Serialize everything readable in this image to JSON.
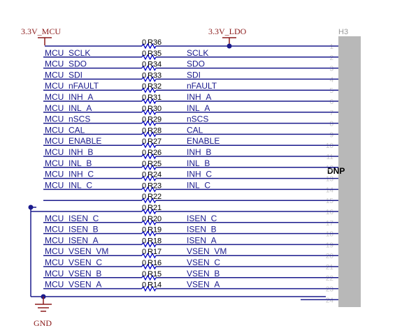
{
  "header": {
    "ref": "H3",
    "note": "DNP"
  },
  "power": {
    "mcu": "3.3V_MCU",
    "ldo": "3.3V_LDO",
    "gnd": "GND"
  },
  "rows": [
    {
      "pin": "1",
      "res": "R36",
      "val": "0",
      "left": "",
      "right": ""
    },
    {
      "pin": "2",
      "res": "R35",
      "val": "0",
      "left": "MCU_SCLK",
      "right": "SCLK"
    },
    {
      "pin": "3",
      "res": "R34",
      "val": "0",
      "left": "MCU_SDO",
      "right": "SDO"
    },
    {
      "pin": "4",
      "res": "R33",
      "val": "0",
      "left": "MCU_SDI",
      "right": "SDI"
    },
    {
      "pin": "5",
      "res": "R32",
      "val": "0",
      "left": "MCU_nFAULT",
      "right": "nFAULT"
    },
    {
      "pin": "6",
      "res": "R31",
      "val": "0",
      "left": "MCU_INH_A",
      "right": "INH_A"
    },
    {
      "pin": "7",
      "res": "R30",
      "val": "0",
      "left": "MCU_INL_A",
      "right": "INL_A"
    },
    {
      "pin": "8",
      "res": "R29",
      "val": "0",
      "left": "MCU_nSCS",
      "right": "nSCS"
    },
    {
      "pin": "9",
      "res": "R28",
      "val": "0",
      "left": "MCU_CAL",
      "right": "CAL"
    },
    {
      "pin": "10",
      "res": "R27",
      "val": "0",
      "left": "MCU_ENABLE",
      "right": "ENABLE"
    },
    {
      "pin": "11",
      "res": "R26",
      "val": "0",
      "left": "MCU_INH_B",
      "right": "INH_B"
    },
    {
      "pin": "12",
      "res": "R25",
      "val": "0",
      "left": "MCU_INL_B",
      "right": "INL_B"
    },
    {
      "pin": "13",
      "res": "R24",
      "val": "0",
      "left": "MCU_INH_C",
      "right": "INH_C"
    },
    {
      "pin": "14",
      "res": "R23",
      "val": "0",
      "left": "MCU_INL_C",
      "right": "INL_C"
    },
    {
      "pin": "15",
      "res": "R22",
      "val": "0",
      "left": "",
      "right": ""
    },
    {
      "pin": "16",
      "res": "R21",
      "val": "0",
      "left": "",
      "right": ""
    },
    {
      "pin": "17",
      "res": "R20",
      "val": "0",
      "left": "MCU_ISEN_C",
      "right": "ISEN_C"
    },
    {
      "pin": "18",
      "res": "R19",
      "val": "0",
      "left": "MCU_ISEN_B",
      "right": "ISEN_B"
    },
    {
      "pin": "19",
      "res": "R18",
      "val": "0",
      "left": "MCU_ISEN_A",
      "right": "ISEN_A"
    },
    {
      "pin": "20",
      "res": "R17",
      "val": "0",
      "left": "MCU_VSEN_VM",
      "right": "VSEN_VM"
    },
    {
      "pin": "21",
      "res": "R16",
      "val": "0",
      "left": "MCU_VSEN_C",
      "right": "VSEN_C"
    },
    {
      "pin": "22",
      "res": "R15",
      "val": "0",
      "left": "MCU_VSEN_B",
      "right": "VSEN_B"
    },
    {
      "pin": "23",
      "res": "R14",
      "val": "0",
      "left": "MCU_VSEN_A",
      "right": "VSEN_A"
    },
    {
      "pin": "24",
      "res": "",
      "val": "",
      "left": "",
      "right": ""
    }
  ],
  "colors": {
    "wire": "#1a1a8c",
    "resistor": "#0000c8",
    "power": "#8b1a1a",
    "connector": "#b8b8b8",
    "pin_text": "#c8c8c8"
  }
}
